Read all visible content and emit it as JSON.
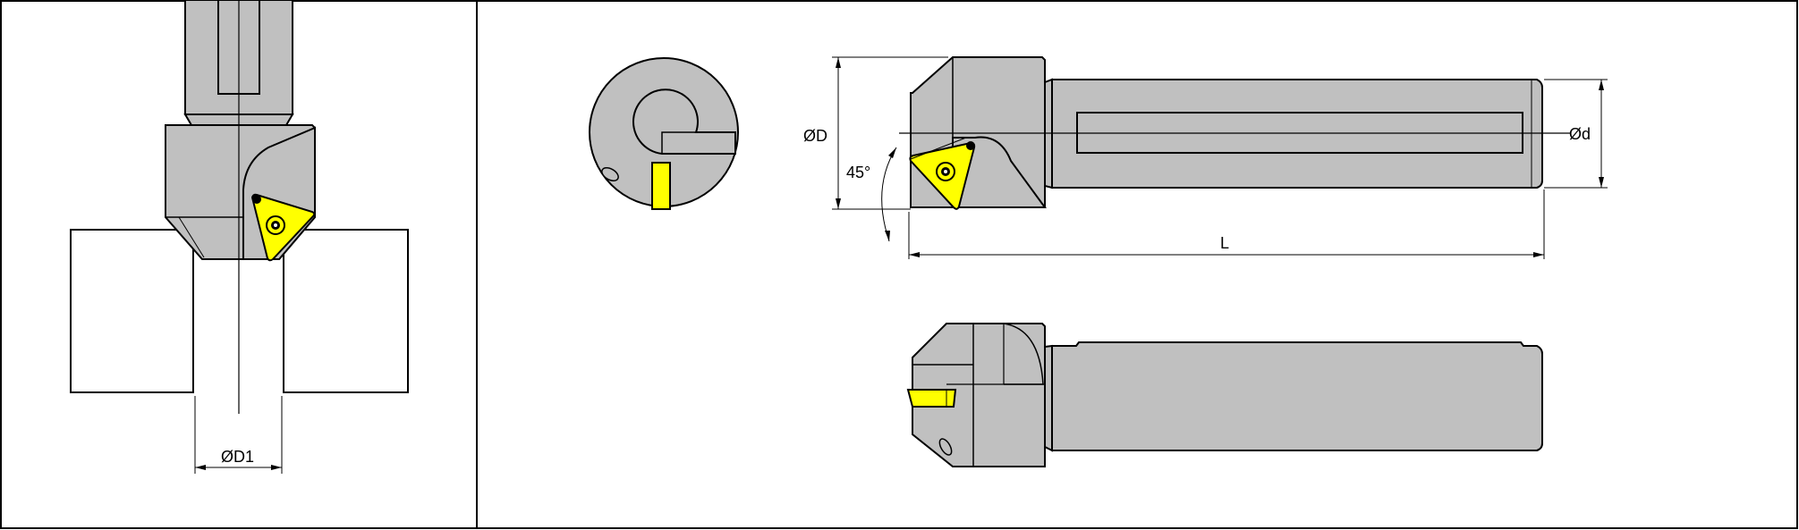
{
  "colors": {
    "steel": "#c0c0c0",
    "insert": "#ffff00",
    "outline": "#000000",
    "background": "#ffffff"
  },
  "labels": {
    "D1": "ØD1",
    "D": "ØD",
    "d": "Ød",
    "L": "L",
    "angle": "45°"
  }
}
